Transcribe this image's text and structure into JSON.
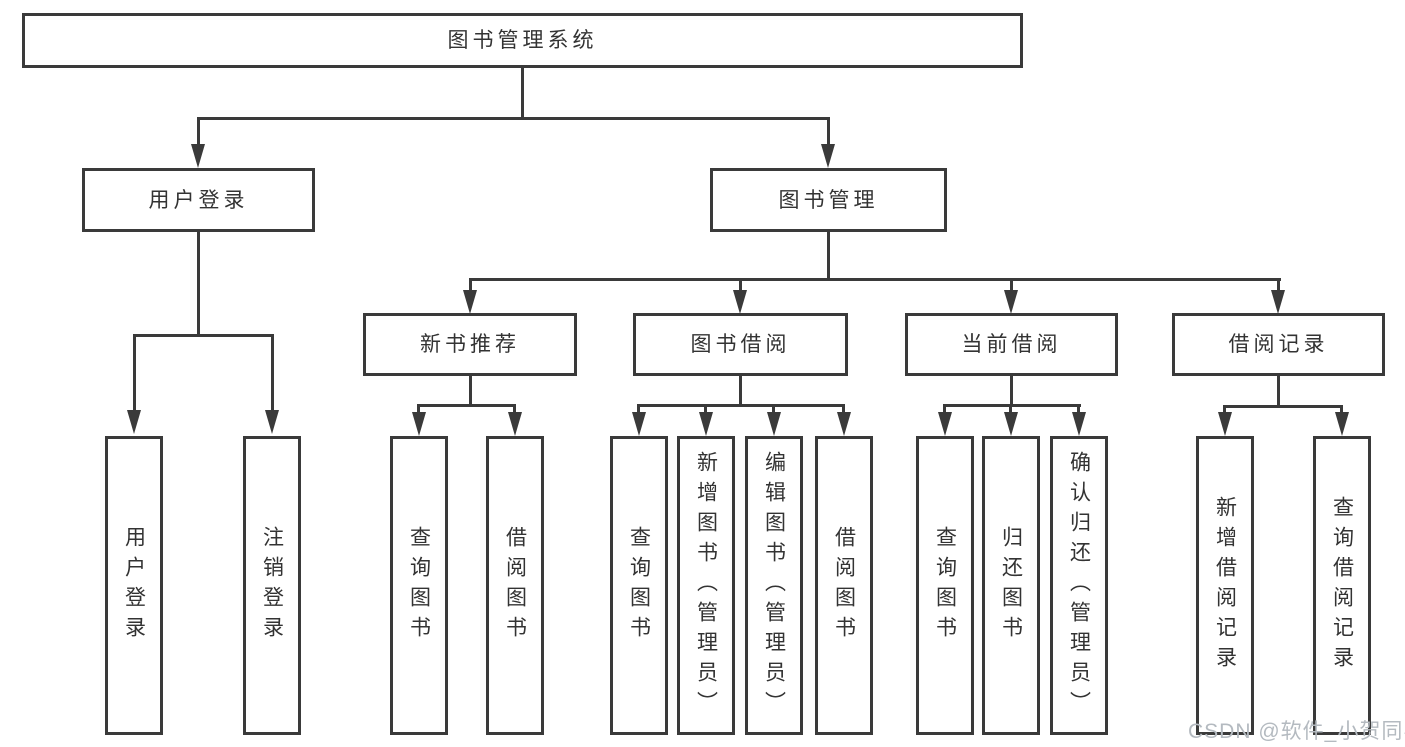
{
  "diagram": {
    "root": {
      "label": "图书管理系统"
    },
    "branches": [
      {
        "label": "用户登录",
        "children": [
          {
            "label": "用户登录"
          },
          {
            "label": "注销登录"
          }
        ]
      },
      {
        "label": "图书管理",
        "groups": [
          {
            "label": "新书推荐",
            "children": [
              {
                "label": "查询图书"
              },
              {
                "label": "借阅图书"
              }
            ]
          },
          {
            "label": "图书借阅",
            "children": [
              {
                "label": "查询图书"
              },
              {
                "label": "新增图书（管理员）"
              },
              {
                "label": "编辑图书（管理员）"
              },
              {
                "label": "借阅图书"
              }
            ]
          },
          {
            "label": "当前借阅",
            "children": [
              {
                "label": "查询图书"
              },
              {
                "label": "归还图书"
              },
              {
                "label": "确认归还（管理员）"
              }
            ]
          },
          {
            "label": "借阅记录",
            "children": [
              {
                "label": "新增借阅记录"
              },
              {
                "label": "查询借阅记录"
              }
            ]
          }
        ]
      }
    ]
  },
  "watermark": {
    "text": "CSDN @软件_小贺同学"
  },
  "colors": {
    "line": "#3a3a3a",
    "box_border": "#3a3a3a",
    "text": "#333333",
    "watermark": "#b4bac0",
    "background": "#ffffff"
  }
}
